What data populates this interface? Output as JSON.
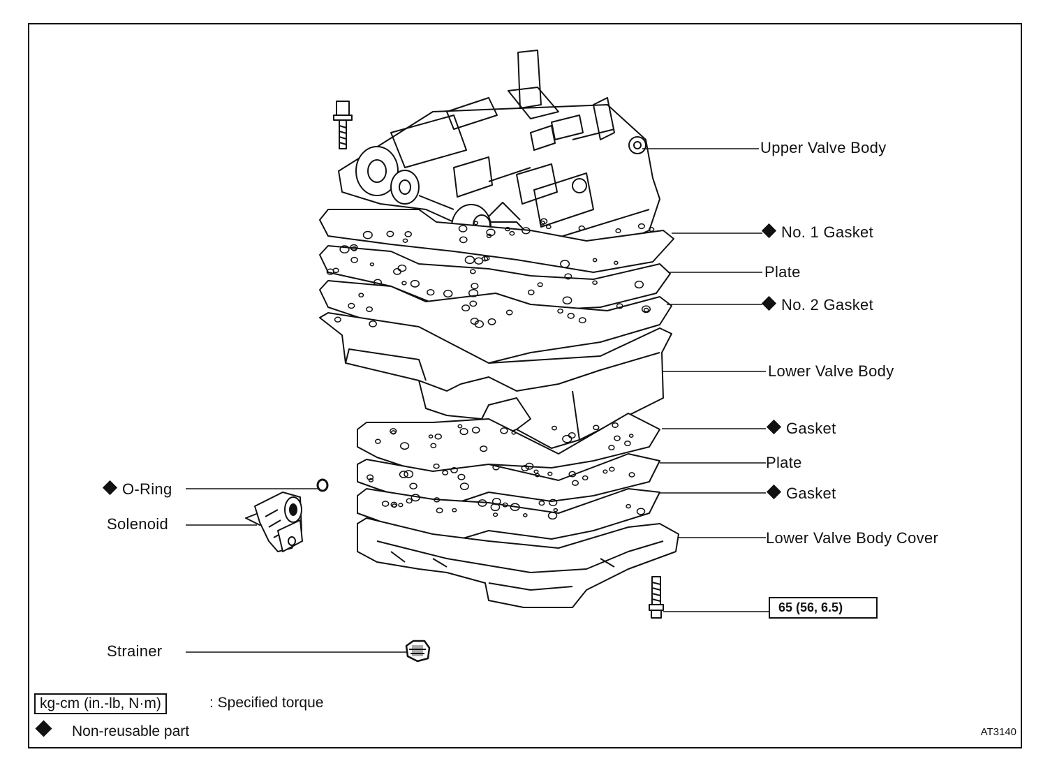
{
  "callouts": {
    "upper_valve_body": "Upper Valve Body",
    "no1_gasket": "No. 1 Gasket",
    "plate_upper": "Plate",
    "no2_gasket": "No. 2 Gasket",
    "lower_valve_body": "Lower Valve Body",
    "gasket_upper": "Gasket",
    "plate_lower": "Plate",
    "gasket_lower": "Gasket",
    "lower_valve_body_cover": "Lower Valve Body Cover",
    "o_ring": "O-Ring",
    "solenoid": "Solenoid",
    "strainer": "Strainer"
  },
  "torque_spec": "65 (56, 6.5)",
  "legend": {
    "torque_unit": "kg-cm (in.-lb, N·m)",
    "torque_desc": ":  Specified torque",
    "nonreusable_desc": "Non-reusable part"
  },
  "figure_code": "AT3140",
  "non_reusable_marker_icon": "black-diamond-icon"
}
